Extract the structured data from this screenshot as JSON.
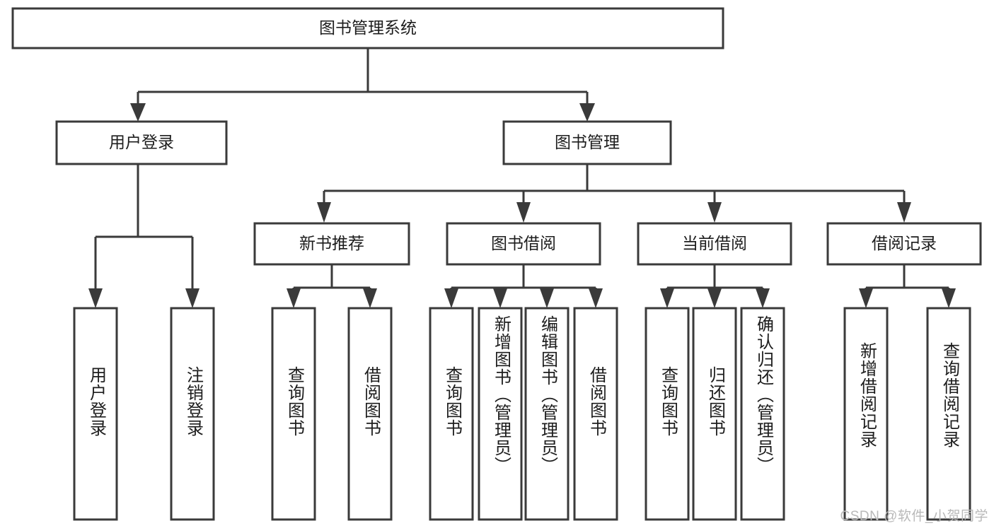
{
  "diagram": {
    "type": "tree-hierarchy",
    "title": "图书管理系统",
    "orientation": "top-down",
    "colors": {
      "stroke": "#3a3a3a",
      "fill": "#ffffff",
      "text": "#1d1d1d",
      "watermark": "#b9b9b9",
      "background": "#ffffff"
    },
    "root": {
      "label": "图书管理系统"
    },
    "level2": [
      {
        "label": "用户登录"
      },
      {
        "label": "图书管理"
      }
    ],
    "level3": [
      {
        "label": "新书推荐"
      },
      {
        "label": "图书借阅"
      },
      {
        "label": "当前借阅"
      },
      {
        "label": "借阅记录"
      }
    ],
    "leaves": {
      "user_login": [
        {
          "label": "用户登录"
        },
        {
          "label": "注销登录"
        }
      ],
      "new_book_recommend": [
        {
          "label": "查询图书"
        },
        {
          "label": "借阅图书"
        }
      ],
      "book_borrow": [
        {
          "label": "查询图书"
        },
        {
          "label": "新增图书（管理员）"
        },
        {
          "label": "编辑图书（管理员）"
        },
        {
          "label": "借阅图书"
        }
      ],
      "current_borrow": [
        {
          "label": "查询图书"
        },
        {
          "label": "归还图书"
        },
        {
          "label": "确认归还（管理员）"
        }
      ],
      "borrow_record": [
        {
          "label": "新增借阅记录"
        },
        {
          "label": "查询借阅记录"
        }
      ]
    }
  },
  "watermark": {
    "text": "CSDN @软件_小贺同学"
  }
}
